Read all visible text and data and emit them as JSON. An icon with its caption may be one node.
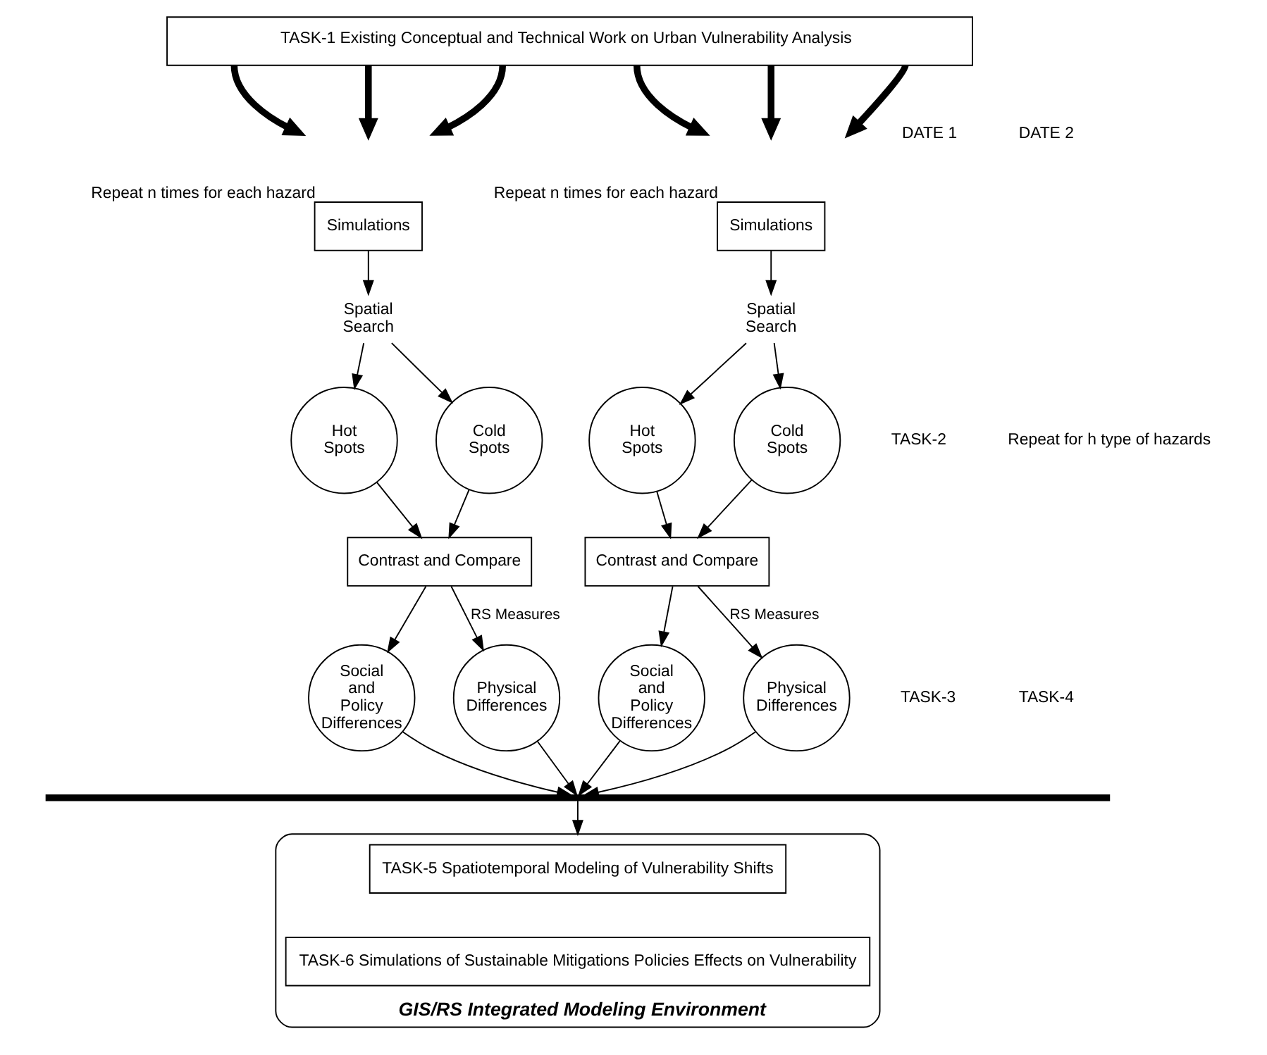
{
  "diagram": {
    "nodes": [
      {
        "text": [
          "TASK-1 Existing Conceptual and Technical Work on Urban Vulnerability Analysis"
        ]
      },
      {
        "text": [
          "Simulations"
        ],
        "beside": [
          "Repeat n times for each hazard"
        ]
      },
      {
        "text": [
          "Spatial Search"
        ]
      },
      {
        "text": [
          "Hot Spots"
        ]
      },
      {
        "text": [
          "Cold Spots"
        ]
      },
      {
        "text": [
          "Contrast and Compare"
        ]
      },
      {
        "text": [
          "Social and Policy Differences"
        ]
      },
      {
        "text": [
          "Physical Differences"
        ]
      },
      {
        "text": [
          "Simulations"
        ],
        "beside": [
          "Repeat n times for each hazard"
        ]
      },
      {
        "text": [
          "Spatial Search"
        ]
      },
      {
        "text": [
          "Hot Spots"
        ]
      },
      {
        "text": [
          "Cold Spots"
        ]
      },
      {
        "text": [
          "Contrast and Compare"
        ]
      },
      {
        "text": [
          "Social and Policy Differences"
        ]
      },
      {
        "text": [
          "Physical Differences"
        ]
      },
      {
        "text": [],
        "shape": "bar"
      },
      {
        "text": [
          "GIS/RS Integrated Modeling Environment"
        ]
      },
      {
        "text": [
          "TASK-5 Spatiotemporal Modeling of Vulnerability Shifts"
        ],
        "in": 16
      },
      {
        "text": [
          "TASK-6 Simulations of Sustainable Mitigations Policies Effects on Vulnerability"
        ],
        "in": 16
      }
    ],
    "edges": [
      {
        "from": 0,
        "to": null,
        "arrow": "to",
        "style": "thick"
      },
      {
        "from": 0,
        "to": null,
        "arrow": "to",
        "style": "thick"
      },
      {
        "from": 0,
        "to": null,
        "arrow": "to",
        "style": "thick"
      },
      {
        "from": 0,
        "to": null,
        "arrow": "to",
        "style": "thick"
      },
      {
        "from": 0,
        "to": null,
        "arrow": "to",
        "style": "thick"
      },
      {
        "from": 0,
        "to": null,
        "arrow": "to",
        "style": "thick"
      },
      {
        "from": 1,
        "to": 2,
        "arrow": "to"
      },
      {
        "from": 2,
        "to": 3,
        "arrow": "to"
      },
      {
        "from": 2,
        "to": 4,
        "arrow": "to"
      },
      {
        "from": 3,
        "to": 5,
        "arrow": "to"
      },
      {
        "from": 4,
        "to": 5,
        "arrow": "to"
      },
      {
        "from": 5,
        "to": 6,
        "arrow": "to"
      },
      {
        "from": 5,
        "to": 7,
        "arrow": "to",
        "label": "RS Measures"
      },
      {
        "from": 8,
        "to": 9,
        "arrow": "to"
      },
      {
        "from": 9,
        "to": 10,
        "arrow": "to"
      },
      {
        "from": 9,
        "to": 11,
        "arrow": "to"
      },
      {
        "from": 10,
        "to": 12,
        "arrow": "to"
      },
      {
        "from": 11,
        "to": 12,
        "arrow": "to"
      },
      {
        "from": 12,
        "to": 13,
        "arrow": "to"
      },
      {
        "from": 12,
        "to": 14,
        "arrow": "to",
        "label": "RS Measures"
      },
      {
        "from": 6,
        "to": 15,
        "arrow": "to"
      },
      {
        "from": 7,
        "to": 15,
        "arrow": "to"
      },
      {
        "from": 13,
        "to": 15,
        "arrow": "to"
      },
      {
        "from": 14,
        "to": 15,
        "arrow": "to"
      },
      {
        "from": 15,
        "to": 16,
        "arrow": "to"
      }
    ],
    "labels": [
      "DATE 1",
      "DATE 2",
      "TASK-2",
      "Repeat for h type of hazards",
      "TASK-3",
      "TASK-4"
    ]
  }
}
